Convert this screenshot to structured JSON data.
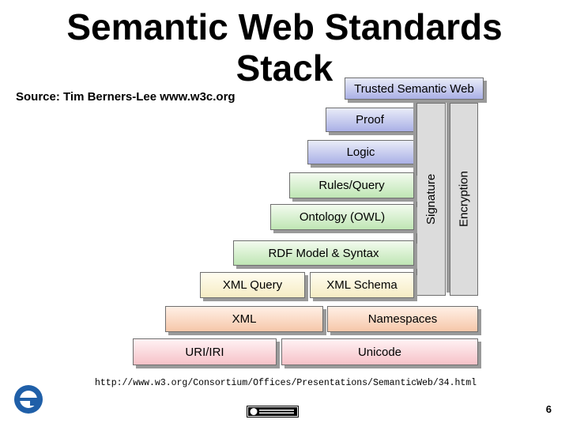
{
  "title_line1": "Semantic Web Standards",
  "title_line2": "Stack",
  "source": "Source: Tim Berners-Lee www.w3c.org",
  "layers": {
    "trusted": "Trusted Semantic Web",
    "proof": "Proof",
    "logic": "Logic",
    "rules": "Rules/Query",
    "ontology": "Ontology (OWL)",
    "rdf": "RDF Model & Syntax",
    "xml_query": "XML Query",
    "xml_schema": "XML Schema",
    "xml": "XML",
    "namespaces": "Namespaces",
    "uri": "URI/IRI",
    "unicode": "Unicode",
    "signature": "Signature",
    "encryption": "Encryption"
  },
  "url": "http://www.w3.org/Consortium/Offices/Presentations/SemanticWeb/34.html",
  "page_number": "6",
  "colors": {
    "blue_layer": "#aab0e6",
    "green_layer": "#bfe6b4",
    "yellow_layer": "#f6ecc4",
    "orange_layer": "#f6c7a9",
    "pink_layer": "#f6c2c8",
    "grey_column": "#dcdcdc"
  },
  "icons": {
    "logo": "w3c-e-logo-icon",
    "license_badge": "creative-commons-badge-icon"
  }
}
